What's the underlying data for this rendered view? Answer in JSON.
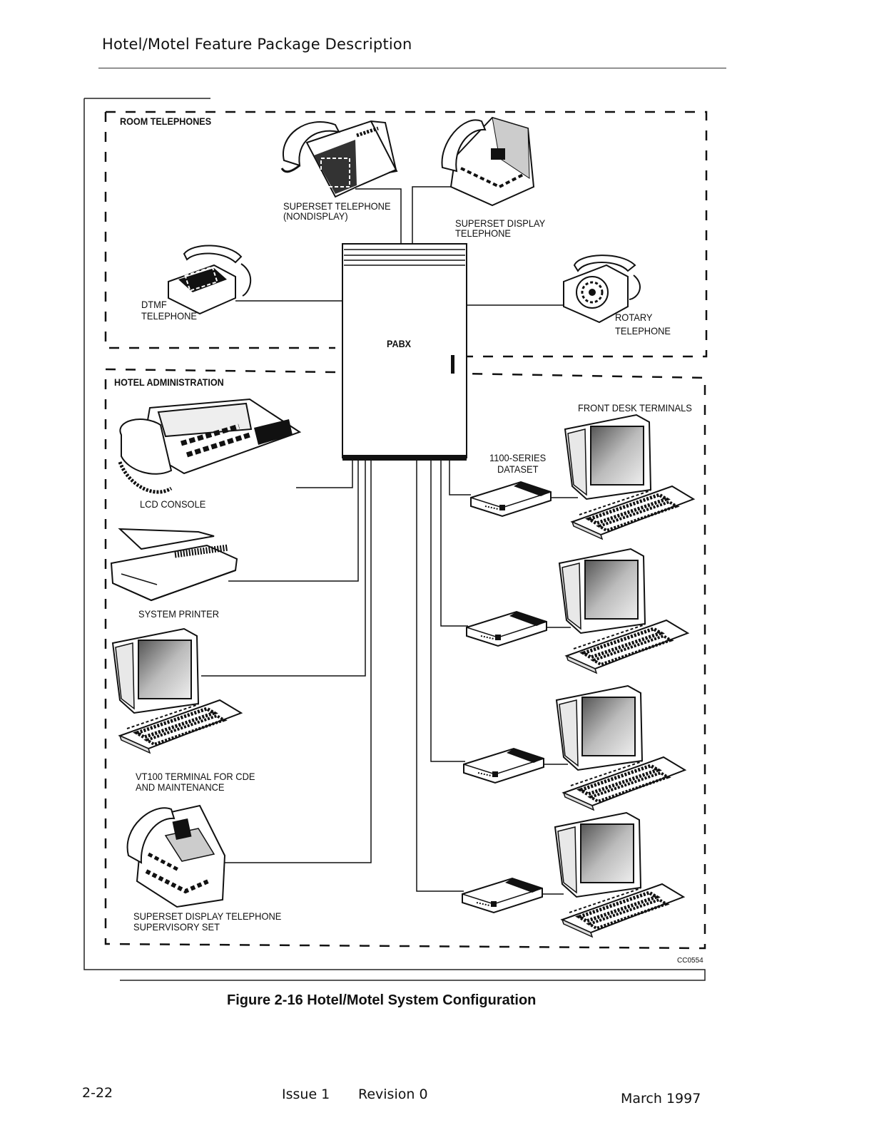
{
  "header": {
    "title": "Hotel/Motel Feature Package Description"
  },
  "figure": {
    "sections": {
      "room": "ROOM TELEPHONES",
      "admin": "HOTEL ADMINISTRATION",
      "front_desk": "FRONT DESK TERMINALS"
    },
    "pabx": "PABX",
    "labels": {
      "superset_nondisplay_1": "SUPERSET TELEPHONE",
      "superset_nondisplay_2": "(NONDISPLAY)",
      "superset_display_1": "SUPERSET DISPLAY",
      "superset_display_2": "TELEPHONE",
      "dtmf_1": "DTMF",
      "dtmf_2": "TELEPHONE",
      "rotary_1": "ROTARY",
      "rotary_2": "TELEPHONE",
      "lcd_console": "LCD CONSOLE",
      "system_printer": "SYSTEM PRINTER",
      "vt100_1": "VT100 TERMINAL FOR CDE",
      "vt100_2": "AND MAINTENANCE",
      "supervisory_1": "SUPERSET DISPLAY TELEPHONE",
      "supervisory_2": "SUPERVISORY SET",
      "dataset_1": "1100-SERIES",
      "dataset_2": "DATASET"
    },
    "code": "CC0554",
    "caption": "Figure 2-16  Hotel/Motel System Configuration"
  },
  "footer": {
    "page": "2-22",
    "issue": "Issue 1",
    "revision": "Revision 0",
    "date": "March 1997"
  }
}
